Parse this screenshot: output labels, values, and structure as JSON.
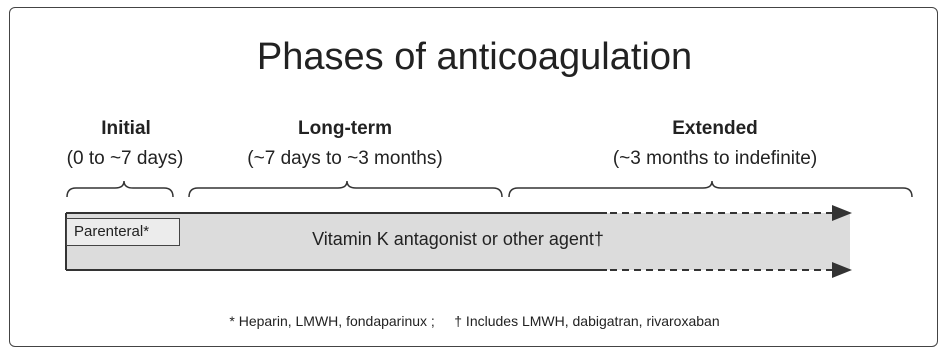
{
  "diagram": {
    "title": "Phases of anticoagulation",
    "phases": [
      {
        "name": "Initial",
        "range": "(0  to ~7 days)"
      },
      {
        "name": "Long-term",
        "range": "(~7 days to ~3 months)"
      },
      {
        "name": "Extended",
        "range": "(~3 months to indefinite)"
      }
    ],
    "parenteral_label": "Parenteral*",
    "band_label": "Vitamin K antagonist or other agent†",
    "footnote": "* Heparin, LMWH, fondaparinux ;     † Includes LMWH, dabigatran, rivaroxaban",
    "colors": {
      "band_fill": "#dcdcdc",
      "stroke": "#333333"
    }
  }
}
